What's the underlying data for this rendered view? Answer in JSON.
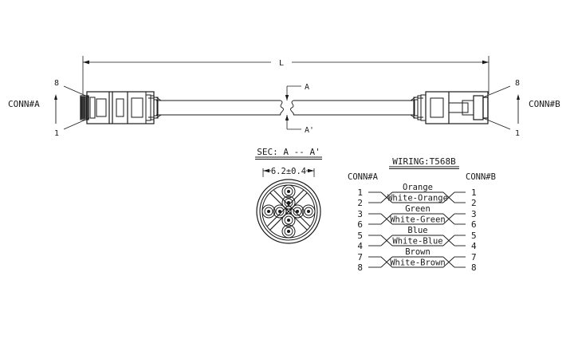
{
  "drawing": {
    "title_hidden": "",
    "overall_length_label": "L",
    "connector_a_label": "CONN#A",
    "connector_b_label": "CONN#B",
    "pin_top_label": "8",
    "pin_bottom_label": "1",
    "section_marker_top": "A",
    "section_marker_bottom": "A'"
  },
  "section_view": {
    "title": "SEC: A -- A'",
    "diameter_dimension": "6.2±0.4",
    "wire_count": 8
  },
  "wiring": {
    "title": "WIRING:T568B",
    "left_header": "CONN#A",
    "right_header": "CONN#B",
    "pairs": [
      {
        "top_pin_left": "1",
        "bottom_pin_left": "2",
        "top_pin_right": "1",
        "bottom_pin_right": "2",
        "solid_label": "Orange",
        "stripe_label": "White-Orange"
      },
      {
        "top_pin_left": "3",
        "bottom_pin_left": "6",
        "top_pin_right": "3",
        "bottom_pin_right": "6",
        "solid_label": "Green",
        "stripe_label": "White-Green"
      },
      {
        "top_pin_left": "5",
        "bottom_pin_left": "4",
        "top_pin_right": "5",
        "bottom_pin_right": "4",
        "solid_label": "Blue",
        "stripe_label": "White-Blue"
      },
      {
        "top_pin_left": "7",
        "bottom_pin_left": "8",
        "top_pin_right": "7",
        "bottom_pin_right": "8",
        "solid_label": "Brown",
        "stripe_label": "White-Brown"
      }
    ]
  },
  "colors": {
    "line": "#1a1a1a",
    "background": "#ffffff"
  }
}
